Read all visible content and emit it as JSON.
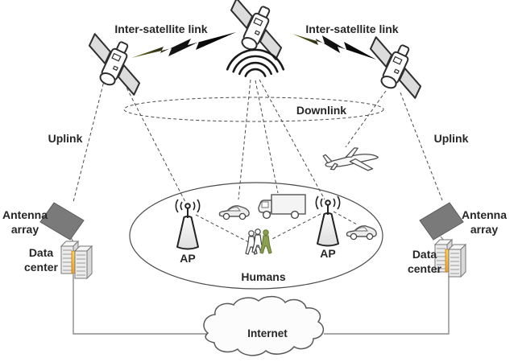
{
  "title": "Satellite network architecture diagram",
  "labels": {
    "inter_satellite_link": "Inter-satellite link",
    "uplink": "Uplink",
    "downlink": "Downlink",
    "antenna_line1": "Antenna",
    "antenna_line2": "array",
    "datacenter_line1": "Data",
    "datacenter_line2": "center",
    "ap": "AP",
    "humans": "Humans",
    "internet": "Internet"
  },
  "icons": [
    "satellite-icon",
    "lightning-bolt-icon",
    "signal-waves-icon",
    "antenna-array-icon",
    "data-center-icon",
    "access-point-icon",
    "car-icon",
    "truck-icon",
    "humans-icon",
    "airplane-icon",
    "internet-cloud-icon"
  ],
  "colors": {
    "background": "#ffffff",
    "line": "#4a4a4a",
    "text": "#262626",
    "antenna_array_fill": "#7a7a7a",
    "satellite_panel_fill": "#dcdcdc",
    "server_stripe_top": "#ffd34d",
    "server_stripe_bottom": "#ef9f35",
    "human_highlight": "#8aa04f",
    "bolt_fill": "#000000"
  }
}
